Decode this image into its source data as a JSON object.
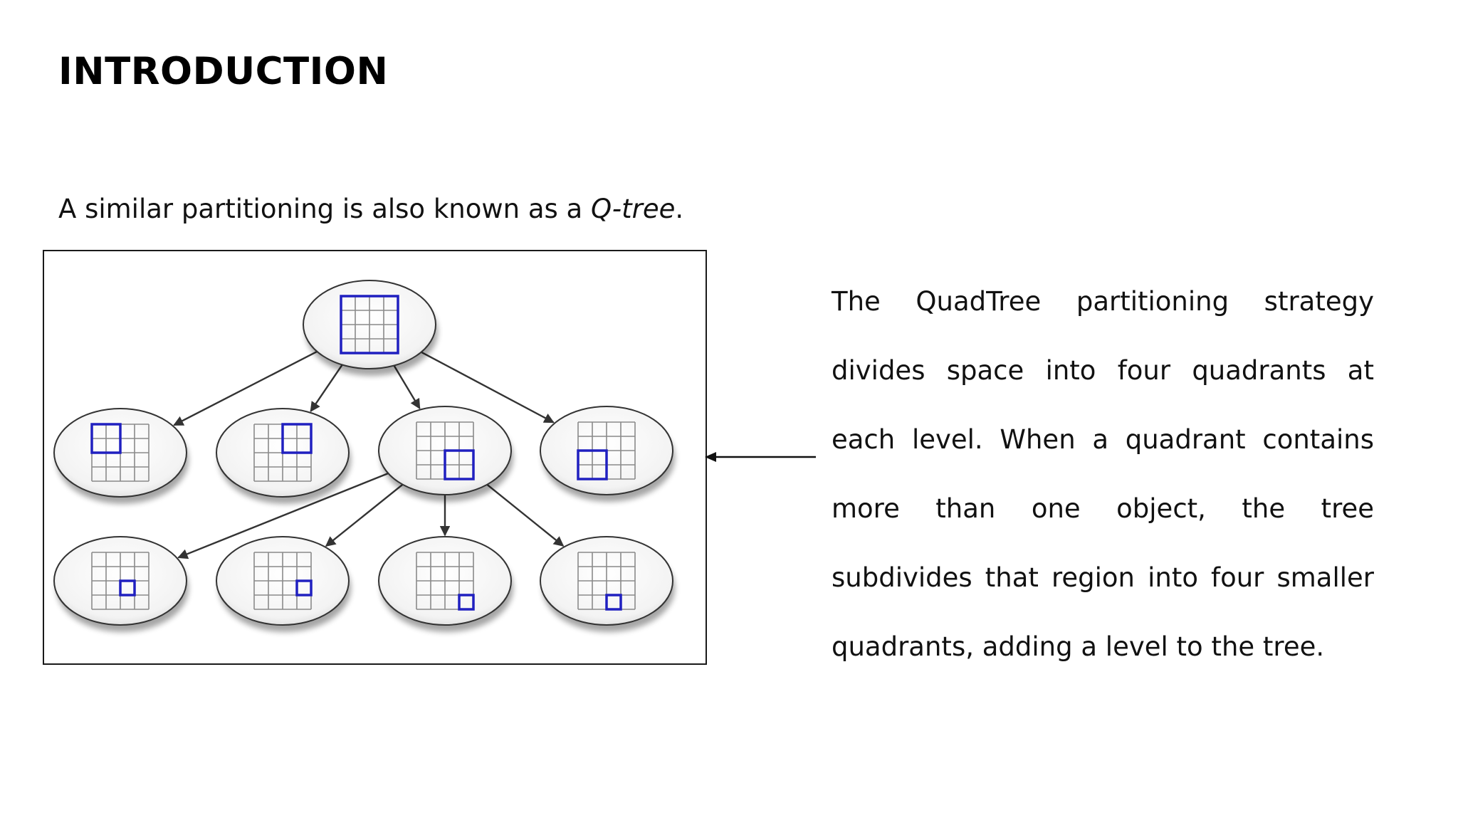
{
  "slide": {
    "title": "INTRODUCTION",
    "subtitle_prefix": "A similar partitioning is also known as a ",
    "subtitle_term": "Q-tree",
    "subtitle_suffix": ".",
    "description": "The QuadTree partitioning strategy divides space into four quadrants at each level. When a quadrant contains more than one object, the tree subdivides that region into four smaller quadrants, adding a level to the tree."
  },
  "diagram": {
    "root": {
      "highlight": "whole grid"
    },
    "level1": [
      {
        "highlight": "top-left quadrant"
      },
      {
        "highlight": "top-right quadrant"
      },
      {
        "highlight": "bottom-right quadrant"
      },
      {
        "highlight": "bottom-left quadrant"
      }
    ],
    "level2_parent": "level1 node 3",
    "level2": [
      {
        "highlight": "top-left of bottom-right quadrant"
      },
      {
        "highlight": "top-right of bottom-right quadrant"
      },
      {
        "highlight": "bottom-right of bottom-right quadrant"
      },
      {
        "highlight": "bottom-left of bottom-right quadrant"
      }
    ],
    "colors": {
      "highlight": "#2020c0",
      "grid": "#8a8a8a",
      "node_fill": "#f6f6f6",
      "node_stroke": "#333333",
      "edge": "#333333"
    }
  },
  "icons": {
    "pointer": "arrow-left-icon"
  }
}
